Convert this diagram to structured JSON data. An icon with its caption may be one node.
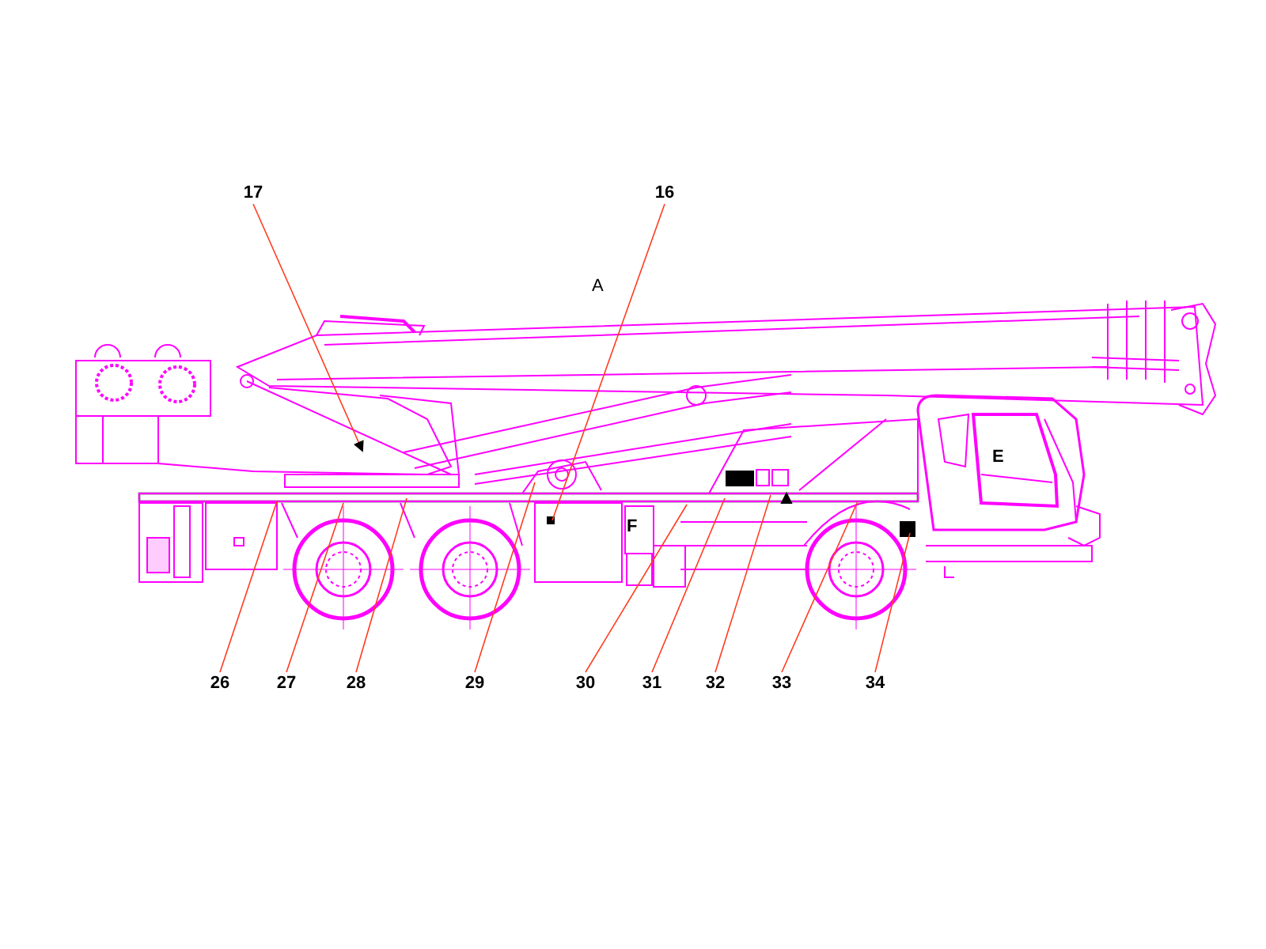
{
  "diagram": {
    "nodes": [
      {
        "text": [
          "17"
        ]
      },
      {
        "text": [
          "16"
        ]
      },
      {
        "text": [
          "26"
        ]
      },
      {
        "text": [
          "27"
        ]
      },
      {
        "text": [
          "28"
        ]
      },
      {
        "text": [
          "29"
        ]
      },
      {
        "text": [
          "30"
        ]
      },
      {
        "text": [
          "31"
        ]
      },
      {
        "text": [
          "32"
        ]
      },
      {
        "text": [
          "33"
        ]
      },
      {
        "text": [
          "34"
        ]
      }
    ],
    "edges": [
      {
        "from": 0,
        "to": null,
        "arrow": "to"
      },
      {
        "from": 1,
        "to": null,
        "arrow": "none"
      },
      {
        "from": 2,
        "to": null,
        "arrow": "none"
      },
      {
        "from": 3,
        "to": null,
        "arrow": "none"
      },
      {
        "from": 4,
        "to": null,
        "arrow": "none"
      },
      {
        "from": 5,
        "to": null,
        "arrow": "none"
      },
      {
        "from": 6,
        "to": null,
        "arrow": "none"
      },
      {
        "from": 7,
        "to": null,
        "arrow": "none"
      },
      {
        "from": 8,
        "to": null,
        "arrow": "none"
      },
      {
        "from": 9,
        "to": null,
        "arrow": "none"
      },
      {
        "from": 10,
        "to": null,
        "arrow": "none"
      }
    ],
    "labels": [
      "A",
      "E",
      "F"
    ]
  }
}
